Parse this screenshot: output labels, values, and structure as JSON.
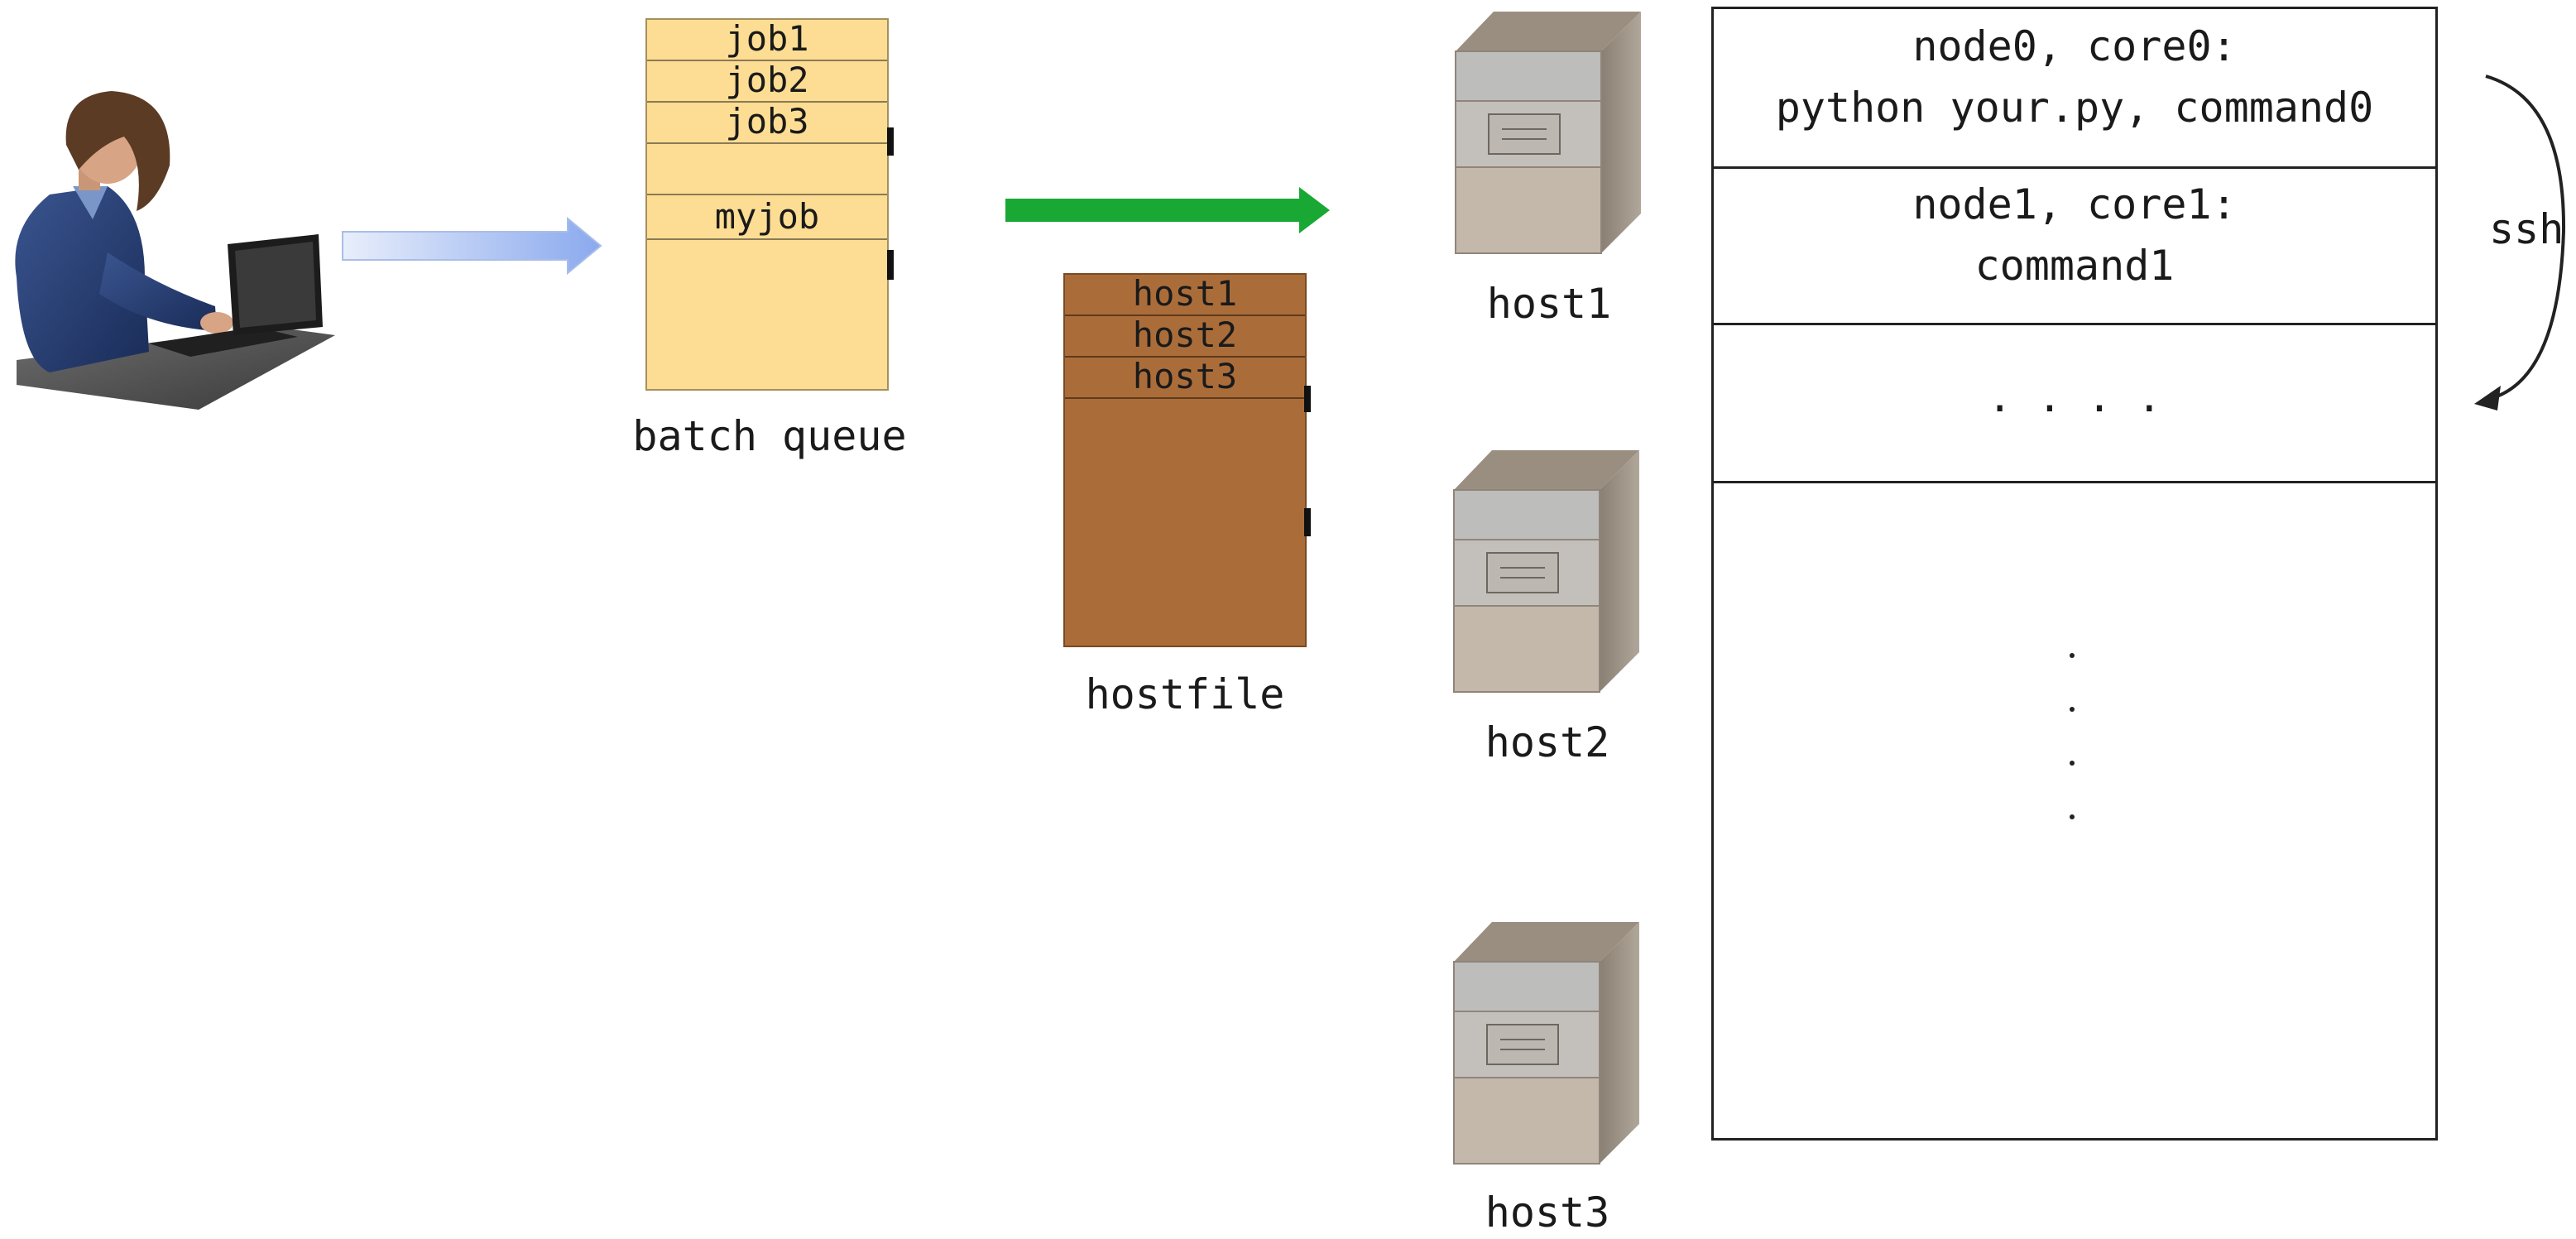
{
  "batch_queue": {
    "label": "batch queue",
    "jobs": [
      "job1",
      "job2",
      "job3",
      "myjob"
    ]
  },
  "hostfile": {
    "label": "hostfile",
    "hosts": [
      "host1",
      "host2",
      "host3"
    ]
  },
  "servers": [
    {
      "label": "host1"
    },
    {
      "label": "host2"
    },
    {
      "label": "host3"
    }
  ],
  "processes": {
    "row0": {
      "line1": "node0, core0:",
      "line2": "python your.py, command0"
    },
    "row1": {
      "line1": "node1, core1:",
      "line2": "command1"
    },
    "row2": {
      "text": ". . . ."
    },
    "ssh_label": "ssh"
  },
  "colors": {
    "queue_fill": "#fddd93",
    "hostfile_fill": "#aa6d3a",
    "green_arrow": "#19a833",
    "blue_arrow": "#9bb5f2"
  }
}
